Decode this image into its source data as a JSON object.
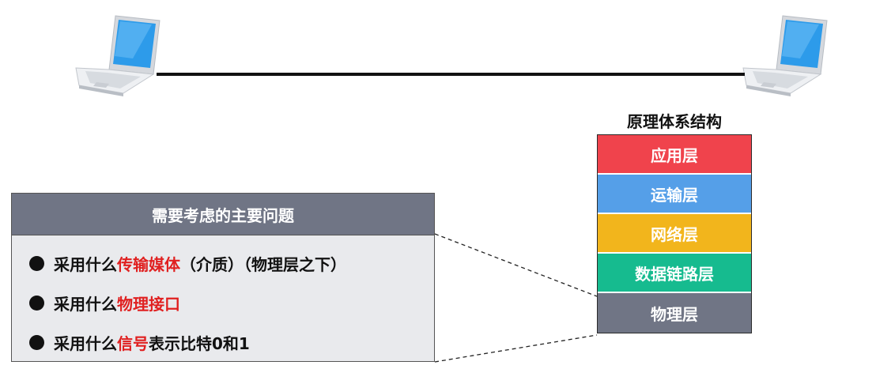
{
  "stack": {
    "title": "原理体系结构",
    "layers": [
      {
        "label": "应用层",
        "color": "#f0434c"
      },
      {
        "label": "运输层",
        "color": "#559fe8"
      },
      {
        "label": "网络层",
        "color": "#f2b51c"
      },
      {
        "label": "数据链路层",
        "color": "#16bb8f"
      },
      {
        "label": "物理层",
        "color": "#707585"
      }
    ]
  },
  "issues": {
    "header": "需要考虑的主要问题",
    "items": [
      {
        "prefix": "采用什么",
        "highlight": "传输媒体",
        "suffix": "（介质）（物理层之下）"
      },
      {
        "prefix": "采用什么",
        "highlight": "物理接口",
        "suffix": ""
      },
      {
        "prefix": "采用什么",
        "highlight": "信号",
        "suffix": "表示比特0和1"
      }
    ]
  },
  "icons": {
    "left_device": "laptop-icon",
    "right_device": "laptop-icon",
    "link": "cable-line"
  },
  "colors": {
    "highlight": "#e02020",
    "panel_header": "#707585",
    "panel_body": "#e9eaed"
  }
}
